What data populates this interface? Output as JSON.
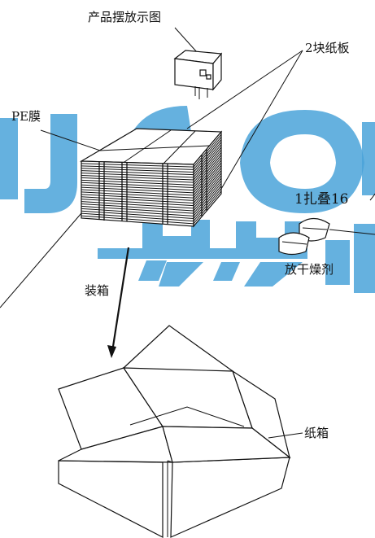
{
  "labels": {
    "product_display": "产品摆放示图",
    "two_boards": "2块纸板",
    "pe_film": "PE膜",
    "bundle_stack": "1扎叠16",
    "desiccant": "放干燥剂",
    "boxing": "装箱",
    "carton": "纸箱"
  },
  "watermark": {
    "latin": "oJGOO",
    "chinese": "步步",
    "color": "#4aa3d9"
  }
}
